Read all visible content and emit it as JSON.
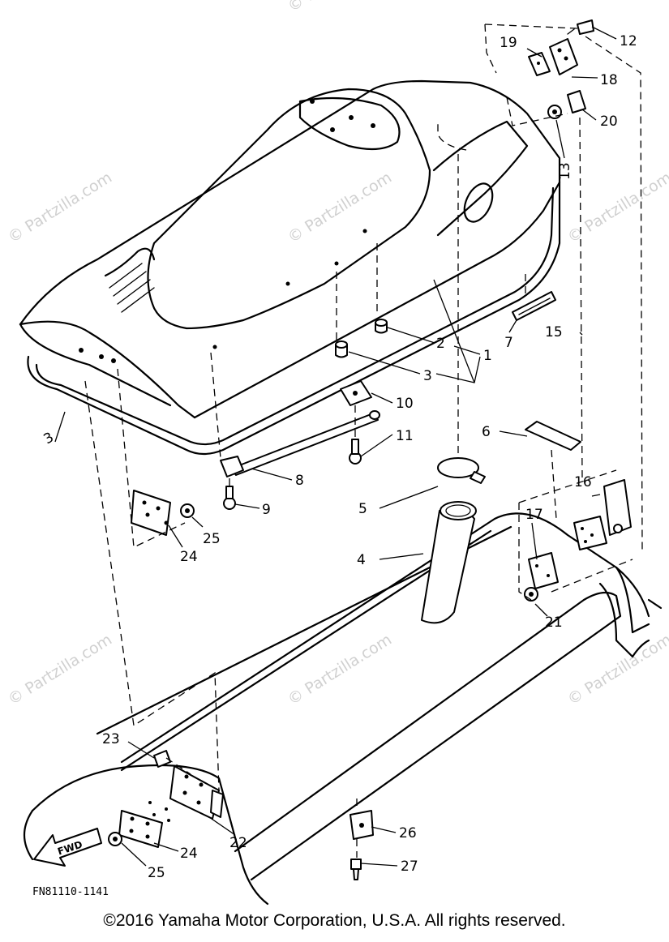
{
  "diagram": {
    "callouts": [
      "1",
      "2",
      "3",
      "4",
      "5",
      "6",
      "7",
      "8",
      "9",
      "10",
      "11",
      "12",
      "13",
      "15",
      "16",
      "17",
      "18",
      "19",
      "20",
      "21",
      "22",
      "23",
      "24",
      "25",
      "26",
      "27",
      "3",
      "24",
      "25"
    ],
    "drawing_code": "FN81110-1141",
    "fwd_label": "FWD",
    "watermark": "© Partzilla.com"
  },
  "footer": {
    "copyright": "©2016  Yamaha Motor Corporation, U.S.A. All rights reserved."
  }
}
